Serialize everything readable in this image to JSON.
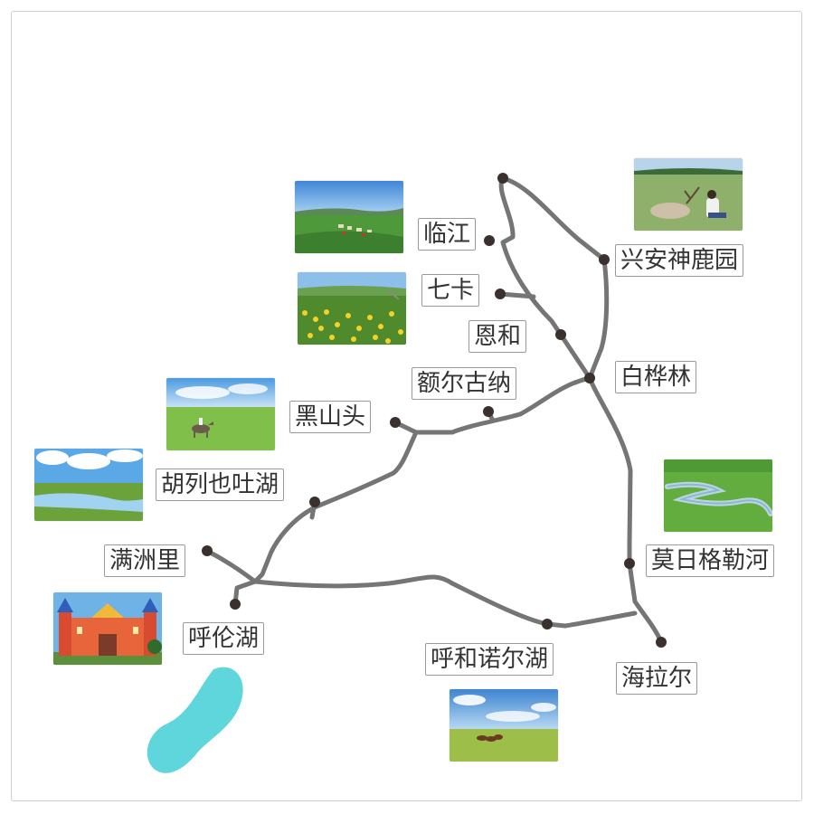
{
  "map": {
    "places": [
      {
        "id": "linjiang",
        "name": "临江"
      },
      {
        "id": "xingan",
        "name": "兴安神鹿园"
      },
      {
        "id": "qika",
        "name": "七卡"
      },
      {
        "id": "enhe",
        "name": "恩和"
      },
      {
        "id": "baihualin",
        "name": "白桦林"
      },
      {
        "id": "eerguna",
        "name": "额尔古纳"
      },
      {
        "id": "heishantou",
        "name": "黑山头"
      },
      {
        "id": "hulieyetuhu",
        "name": "胡列也吐湖"
      },
      {
        "id": "manzhouli",
        "name": "满洲里"
      },
      {
        "id": "hulunhu",
        "name": "呼伦湖"
      },
      {
        "id": "morigelehe",
        "name": "莫日格勒河"
      },
      {
        "id": "huhenuoerhu",
        "name": "呼和诺尔湖"
      },
      {
        "id": "hailaer",
        "name": "海拉尔"
      }
    ],
    "photos": [
      {
        "id": "photo-village",
        "subject": "grassland village"
      },
      {
        "id": "photo-flowers",
        "subject": "yellow flower field"
      },
      {
        "id": "photo-horse-rider",
        "subject": "horse rider on grassland"
      },
      {
        "id": "photo-lake",
        "subject": "lake under cloudy sky"
      },
      {
        "id": "photo-castle",
        "subject": "colorful castle"
      },
      {
        "id": "photo-reindeer",
        "subject": "reindeer with person"
      },
      {
        "id": "photo-river",
        "subject": "meandering river"
      },
      {
        "id": "photo-horses",
        "subject": "horses on grassland"
      }
    ],
    "colors": {
      "route": "#757575",
      "marker": "#3a302e",
      "lake": "#5ed6dc",
      "label_border": "#9a9a9a"
    }
  }
}
